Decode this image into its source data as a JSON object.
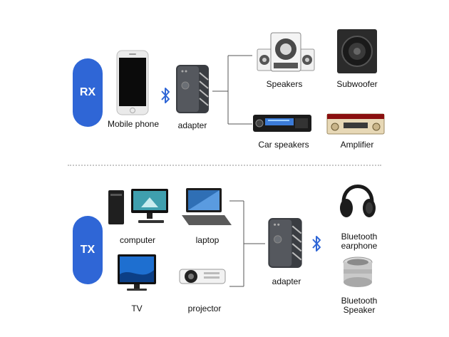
{
  "rx": {
    "badge": "RX",
    "labels": {
      "mobile_phone": "Mobile phone",
      "adapter": "adapter",
      "speakers": "Speakers",
      "subwoofer": "Subwoofer",
      "car_speakers": "Car speakers",
      "amplifier": "Amplifier"
    }
  },
  "tx": {
    "badge": "TX",
    "labels": {
      "computer": "computer",
      "laptop": "laptop",
      "tv": "TV",
      "projector": "projector",
      "adapter": "adapter",
      "bt_earphone_1": "Bluetooth",
      "bt_earphone_2": "earphone",
      "bt_speaker_1": "Bluetooth",
      "bt_speaker_2": "Speaker"
    }
  },
  "colors": {
    "badge": "#2f66d6",
    "bluetooth": "#2f66d6",
    "connector": "#555555"
  }
}
